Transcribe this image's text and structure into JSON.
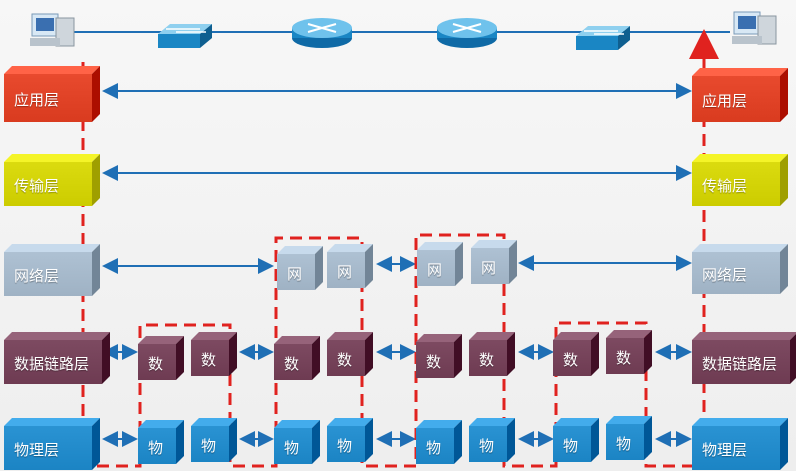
{
  "layers": {
    "app": "应用层",
    "transport": "传输层",
    "network": "网络层",
    "datalink": "数据链路层",
    "physical": "物理层"
  },
  "chips": {
    "network": "网",
    "datalink": "数",
    "physical": "物"
  },
  "colors": {
    "app": "#d93b1f",
    "transport": "#cccc00",
    "network": "#9fb2c4",
    "datalink": "#6e3b52",
    "physical": "#1b84c4",
    "arrow": "#1f6fb5",
    "dash": "#e0221f"
  },
  "devices": [
    "pc-icon",
    "switch-icon",
    "router-icon",
    "router-icon",
    "switch-icon",
    "pc-icon"
  ]
}
